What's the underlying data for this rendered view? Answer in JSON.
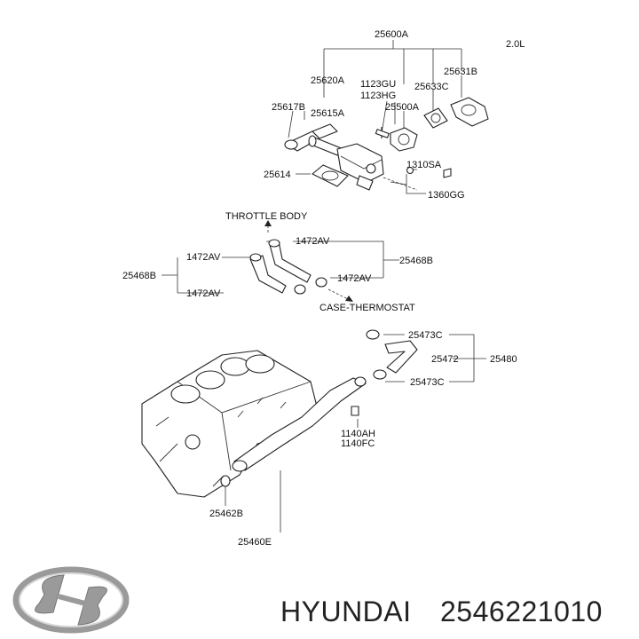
{
  "variant_label": "2.0L",
  "parts": {
    "p25600A": "25600A",
    "p25620A": "25620A",
    "p1123GU": "1123GU",
    "p1123HG": "1123HG",
    "p25633C": "25633C",
    "p25631B": "25631B",
    "p25617B": "25617B",
    "p25615A": "25615A",
    "p25500A": "25500A",
    "p25614": "25614",
    "p1310SA": "1310SA",
    "p1360GG": "1360GG",
    "p1472AV_a": "1472AV",
    "p1472AV_b": "1472AV",
    "p1472AV_c": "1472AV",
    "p1472AV_d": "1472AV",
    "p25468B_left": "25468B",
    "p25468B_right": "25468B",
    "p25473C_top": "25473C",
    "p25472": "25472",
    "p25480": "25480",
    "p25473C_bot": "25473C",
    "p1140AH": "1140AH",
    "p1140FC": "1140FC",
    "p25462B": "25462B",
    "p25460E": "25460E"
  },
  "annotations": {
    "throttle_body": "THROTTLE BODY",
    "case_thermostat": "CASE-THERMOSTAT"
  },
  "footer": {
    "brand": "HYUNDAI",
    "part_number": "2546221010"
  }
}
